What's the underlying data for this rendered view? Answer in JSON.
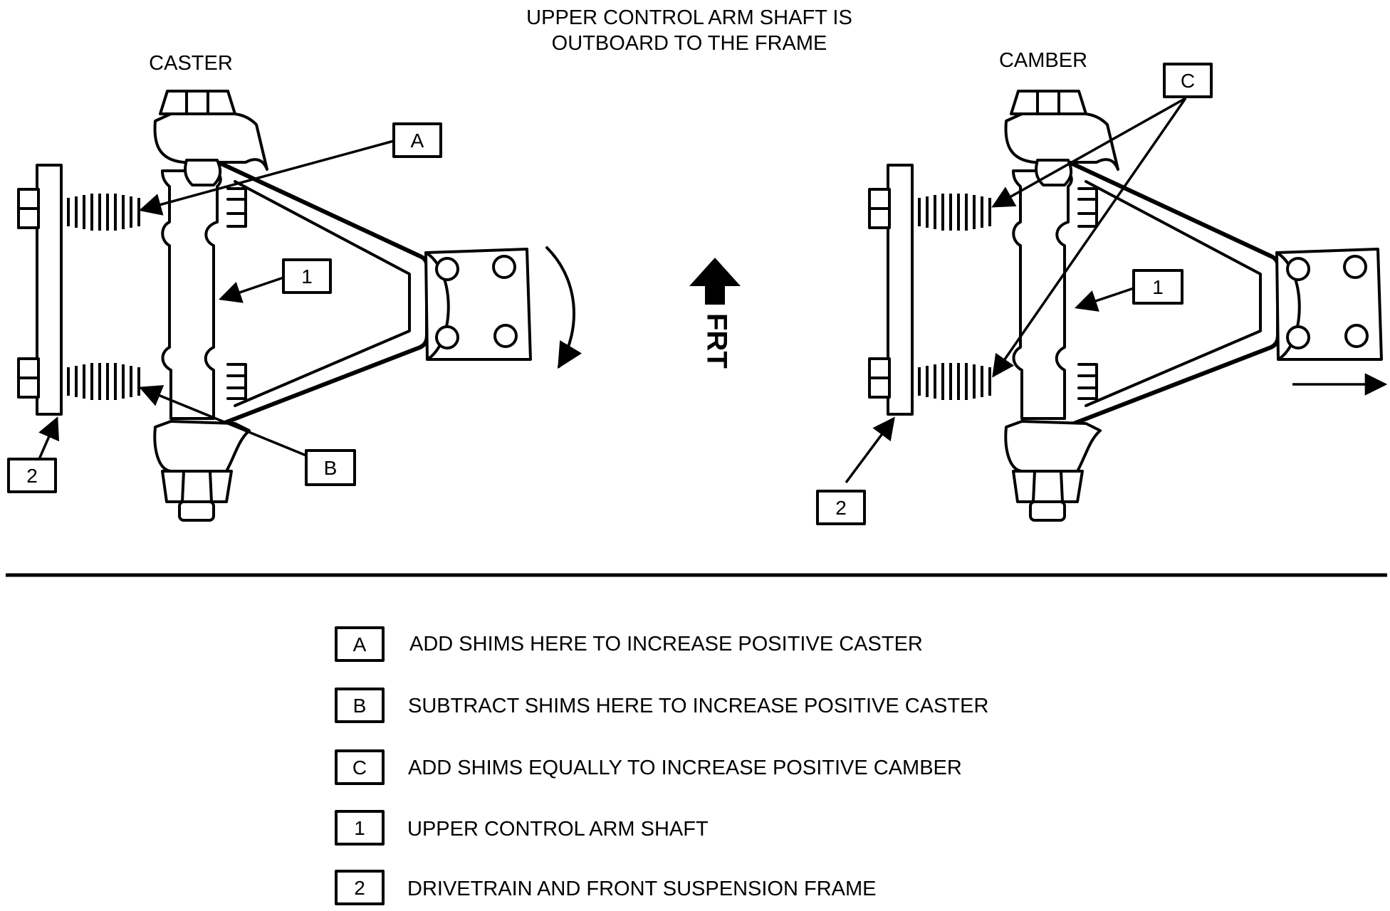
{
  "title_line1": "UPPER CONTROL ARM SHAFT IS",
  "title_line2": "OUTBOARD TO THE FRAME",
  "left_view_label": "CASTER",
  "right_view_label": "CAMBER",
  "front_indicator": "FRT",
  "callouts": {
    "a": "A",
    "b": "B",
    "c": "C",
    "one": "1",
    "two": "2"
  },
  "legend": [
    {
      "key": "A",
      "text": "ADD SHIMS HERE TO INCREASE POSITIVE CASTER"
    },
    {
      "key": "B",
      "text": "SUBTRACT SHIMS HERE TO INCREASE  POSITIVE CASTER"
    },
    {
      "key": "C",
      "text": "ADD SHIMS EQUALLY TO INCREASE POSITIVE CAMBER"
    },
    {
      "key": "1",
      "text": "UPPER CONTROL ARM SHAFT"
    },
    {
      "key": "2",
      "text": "DRIVETRAIN AND FRONT SUSPENSION FRAME"
    }
  ]
}
